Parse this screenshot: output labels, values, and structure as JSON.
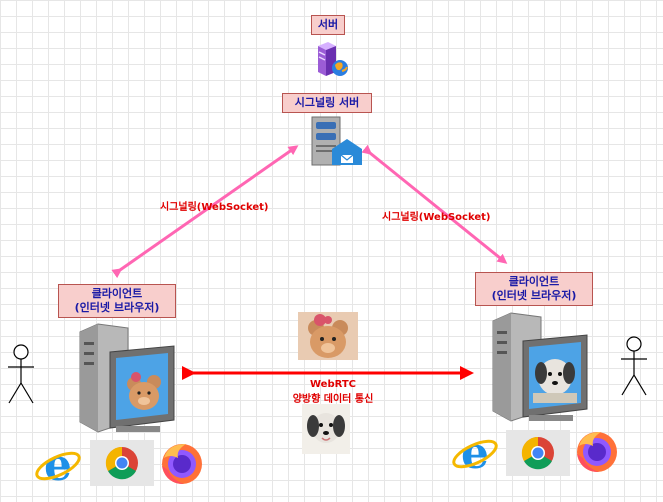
{
  "server": {
    "label": "서버"
  },
  "signaling_server": {
    "label": "시그널링 서버"
  },
  "client_left": {
    "line1": "클라이언트",
    "line2": "(인터넷 브라우저)"
  },
  "client_right": {
    "line1": "클라이언트",
    "line2": "(인터넷 브라우저)"
  },
  "edges": {
    "left_label": "시그널링(WebSocket)",
    "right_label": "시그널링(WebSocket)",
    "webrtc_line1": "WebRTC",
    "webrtc_line2": "양방향 데이터 통신"
  },
  "colors": {
    "signaling_arrow": "#ff66b3",
    "webrtc_arrow": "#ff0000",
    "label_fill": "#f8cecc"
  },
  "icons": [
    "server-icon",
    "signaling-server-icon",
    "pc-icon",
    "user-icon",
    "ie-icon",
    "chrome-icon",
    "firefox-icon"
  ]
}
